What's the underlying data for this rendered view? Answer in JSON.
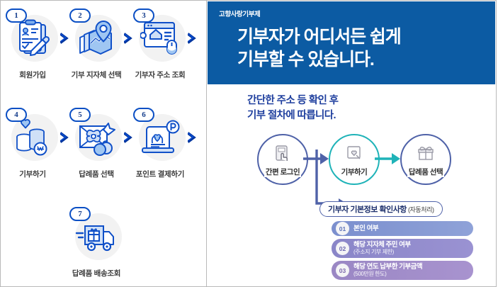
{
  "left_panel": {
    "steps": [
      {
        "number": "1",
        "label": "회원가입",
        "icon": "clipboard-person-pencil-icon"
      },
      {
        "number": "2",
        "label": "기부 지자체\n선택",
        "icon": "map-pin-icon"
      },
      {
        "number": "3",
        "label": "기부자 주소\n조회",
        "icon": "browser-home-mouse-icon"
      },
      {
        "number": "4",
        "label": "기부하기",
        "icon": "coins-won-heart-icon"
      },
      {
        "number": "5",
        "label": "답례품 선택",
        "icon": "gift-box-apple-icon"
      },
      {
        "number": "6",
        "label": "포인트 결제하기",
        "icon": "laptop-hands-heart-point-icon"
      },
      {
        "number": "7",
        "label": "답례품 배송조회",
        "icon": "delivery-truck-gift-icon"
      }
    ]
  },
  "right_panel": {
    "banner": {
      "kicker": "고향사랑기부제",
      "title": "기부자가 어디서든 쉽게\n기부할 수 있습니다.",
      "background_color": "#0c5ba3",
      "text_color": "#ffffff"
    },
    "subtitle": "간단한 주소 등 확인 후\n기부 절차에 따릅니다.",
    "subtitle_color": "#1f3f9e",
    "flow": {
      "nodes": [
        {
          "label": "간편 로그인",
          "icon": "login-hand-tap-icon",
          "color": "#4f62a8"
        },
        {
          "label": "기부하기",
          "icon": "heart-document-icon",
          "color": "#1fb3b8"
        },
        {
          "label": "답례품 선택",
          "icon": "gift-icon",
          "color": "#4f62a8"
        }
      ],
      "arrow_colors": [
        "#4f62a8",
        "#1fb3b8"
      ]
    },
    "info_pill": {
      "main": "기부자 기본정보 확인사항",
      "sub": "(자동처리)",
      "border_color": "#4f62a8"
    },
    "check_items": [
      {
        "number": "01",
        "main": "본인 여부",
        "sub": "",
        "color_start": "#7b8fce",
        "color_end": "#8fa2d8",
        "num_color": "#5d72b8"
      },
      {
        "number": "02",
        "main": "해당 지자체 주민 여부",
        "sub": "(주소지 기부 제한)",
        "color_start": "#8a86c8",
        "color_end": "#9a92d2",
        "num_color": "#6d68b0"
      },
      {
        "number": "03",
        "main": "해당 연도 납부한 기부금액",
        "sub": "(500만원 한도)",
        "color_start": "#9a87c4",
        "color_end": "#a893cf",
        "num_color": "#7d68ac"
      }
    ]
  }
}
